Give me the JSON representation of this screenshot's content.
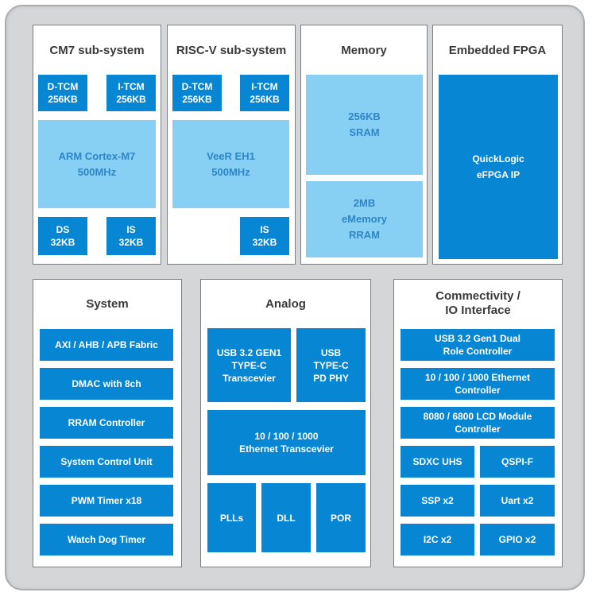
{
  "panels": {
    "cm7": {
      "title": "CM7 sub-system",
      "dtcm": "D-TCM\n256KB",
      "itcm": "I-TCM\n256KB",
      "core": "ARM Cortex-M7\n500MHz",
      "ds": "DS\n32KB",
      "is": "IS\n32KB"
    },
    "riscv": {
      "title": "RISC-V sub-system",
      "dtcm": "D-TCM\n256KB",
      "itcm": "I-TCM\n256KB",
      "core": "VeeR EH1\n500MHz",
      "is": "IS\n32KB"
    },
    "memory": {
      "title": "Memory",
      "sram": "256KB\nSRAM",
      "rram": "2MB\neMemory\nRRAM"
    },
    "efpga": {
      "title": "Embedded FPGA",
      "ip": "QuickLogic\neFPGA IP"
    },
    "system": {
      "title": "System",
      "items": [
        "AXI / AHB / APB Fabric",
        "DMAC with 8ch",
        "RRAM Controller",
        "System Control Unit",
        "PWM Timer x18",
        "Watch Dog Timer"
      ]
    },
    "analog": {
      "title": "Analog",
      "usb_gen1": "USB 3.2 GEN1\nTYPE-C\nTranscevier",
      "usb_pd": "USB\nTYPE-C\nPD PHY",
      "eth": "10 / 100 / 1000\nEthernet Transcevier",
      "plls": "PLLs",
      "dll": "DLL",
      "por": "POR"
    },
    "connectivity": {
      "title": "Commectivity /\nIO Interface",
      "usb_ctrl": "USB 3.2 Gen1 Dual\nRole Controller",
      "eth_ctrl": "10 / 100 / 1000 Ethernet\nController",
      "lcd_ctrl": "8080 / 6800 LCD Module\nController",
      "sdxc": "SDXC UHS",
      "qspi": "QSPI-F",
      "ssp": "SSP x2",
      "uart": "Uart x2",
      "i2c": "I2C x2",
      "gpio": "GPIO x2"
    }
  }
}
